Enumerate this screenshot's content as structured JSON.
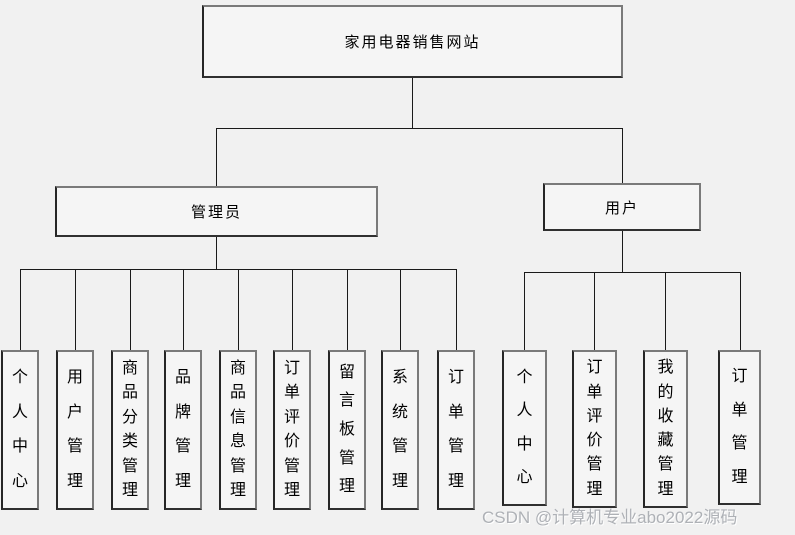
{
  "diagram": {
    "title": "家用电器销售网站",
    "root": {
      "label": "家用电器销售网站"
    },
    "admin": {
      "label": "管理员",
      "children": [
        "个人中心",
        "用户管理",
        "商品分类管理",
        "品牌管理",
        "商品信息管理",
        "订单评价管理",
        "留言板管理",
        "系统管理",
        "订单管理"
      ]
    },
    "user": {
      "label": "用户",
      "children": [
        "个人中心",
        "订单评价管理",
        "我的收藏管理",
        "订单管理"
      ]
    }
  },
  "watermark": {
    "text": "CSDN @计算机专业abo2022源码",
    "color": "#aeb1b6"
  },
  "colors": {
    "background": "#f1f1f1",
    "box_fill": "#f5f5f5",
    "box_border": "#7a7a7a",
    "connector_line": "#1a1a1a",
    "text": "#000000"
  }
}
